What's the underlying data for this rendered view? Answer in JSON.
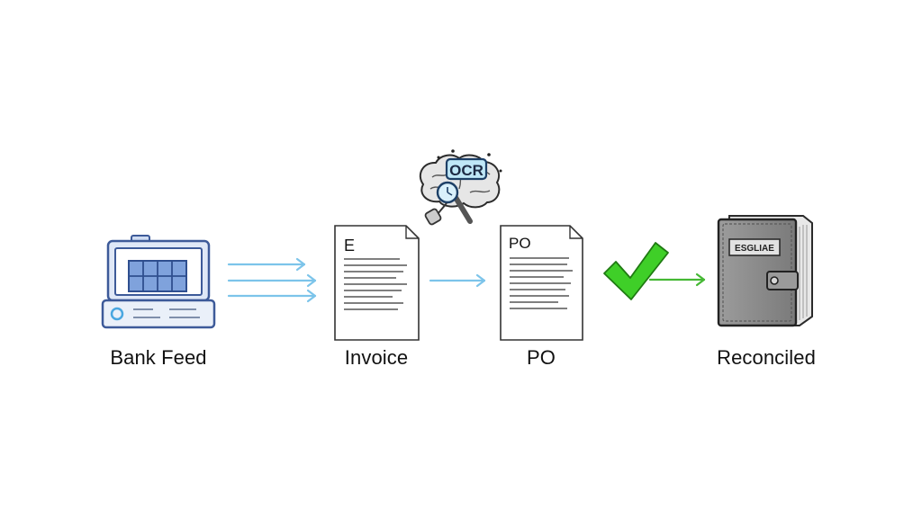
{
  "colors": {
    "arrow_blue": "#7cc4ea",
    "check_green": "#3fcf28",
    "arrow_green": "#45b834",
    "ink": "#222222",
    "bank_blue": "#5b7fc4",
    "book_gray": "#8c8c8c"
  },
  "nodes": {
    "bank_feed": {
      "label": "Bank Feed",
      "icon": "bank-terminal-icon"
    },
    "invoice": {
      "label": "Invoice",
      "icon": "invoice-document-icon",
      "heading": "E"
    },
    "po": {
      "label": "PO",
      "icon": "po-document-icon",
      "heading": "PO"
    },
    "reconciled": {
      "label": "Reconciled",
      "icon": "ledger-book-icon",
      "cover_text": "ESGLIAE"
    }
  },
  "ocr": {
    "icon": "ocr-brain-icon",
    "text": "OCR"
  }
}
